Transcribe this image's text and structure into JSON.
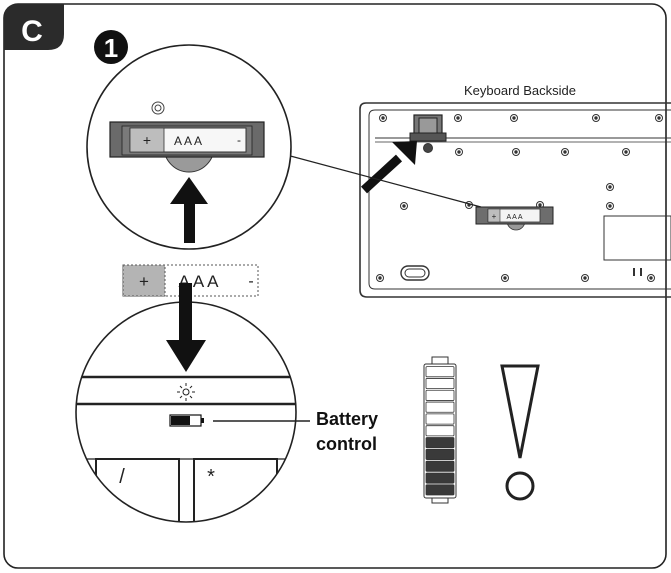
{
  "section": {
    "letter": "C"
  },
  "step": {
    "number": "1"
  },
  "keyboard": {
    "caption": "Keyboard Backside"
  },
  "battery": {
    "type_label": "AAA",
    "plus_sign": "+",
    "minus_sign": "-"
  },
  "indicator": {
    "line1": "Battery",
    "line2": "control"
  },
  "keys": {
    "slash": "/",
    "asterisk": "*"
  },
  "level_gauge": {
    "total_segments": 11,
    "filled_segments": 5
  }
}
